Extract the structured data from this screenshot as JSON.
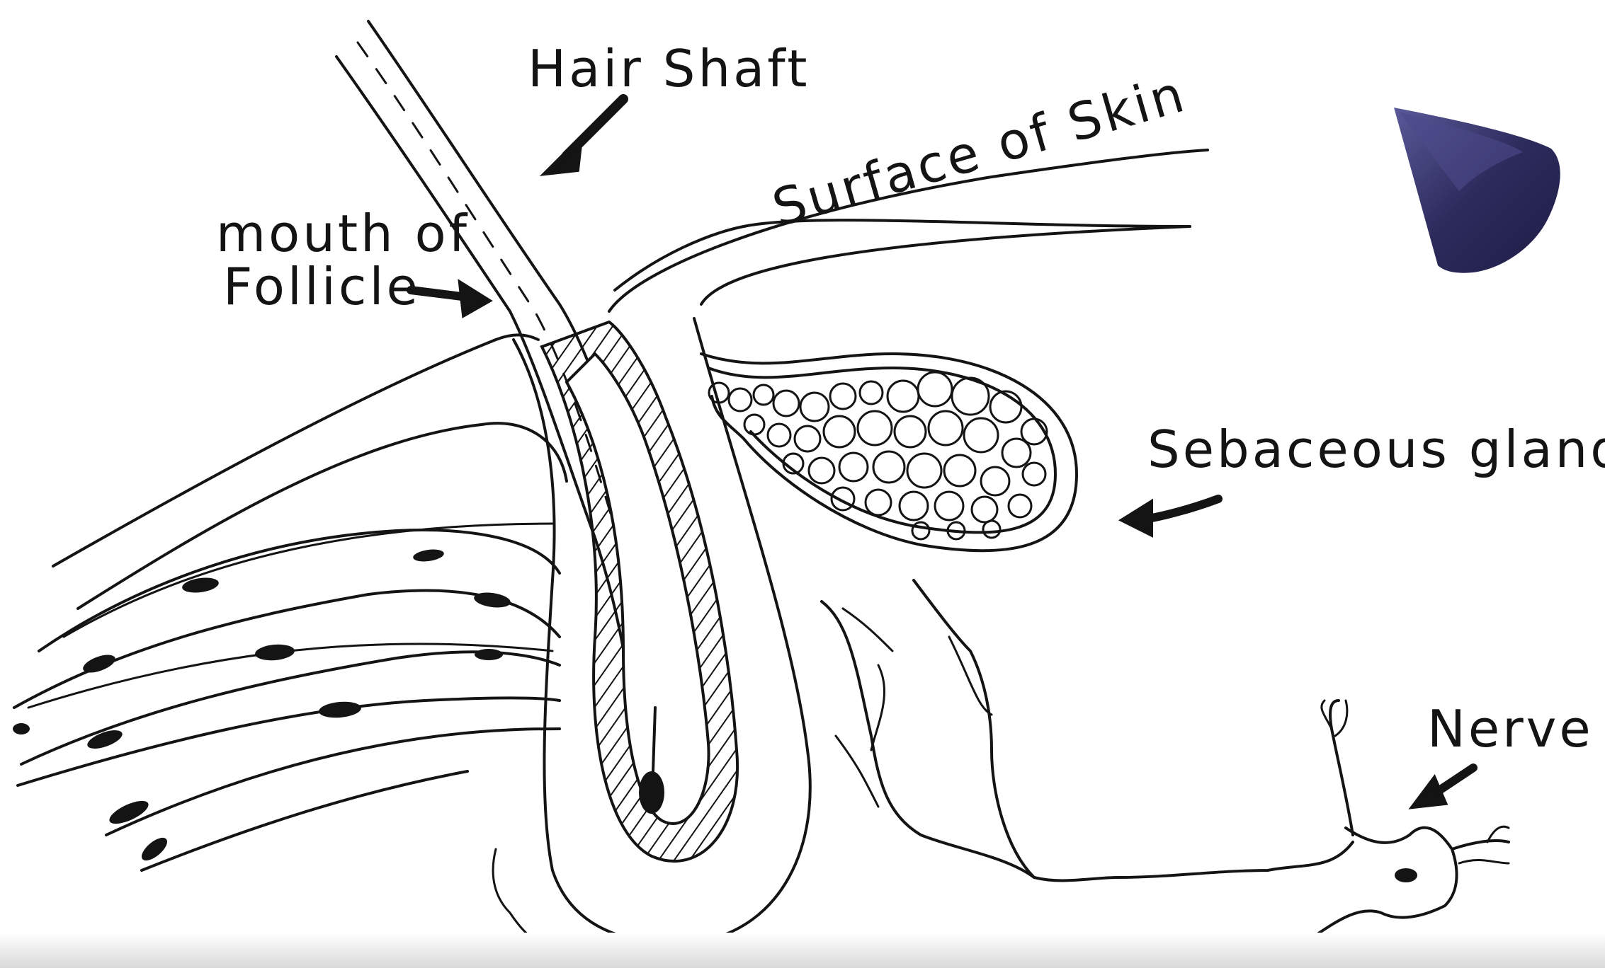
{
  "labels": {
    "hair_shaft": "Hair Shaft",
    "surface_of_skin": "Surface of Skin",
    "mouth_of_follicle_line1": "mouth of",
    "mouth_of_follicle_line2": "Follicle",
    "sebaceous_gland": "Sebaceous gland",
    "nerve": "Nerve"
  },
  "colors": {
    "ink": "#141414",
    "background": "#ffffff",
    "cone_icon": "#2d2b5c"
  },
  "icons": {
    "corner_logo": "cone-icon"
  }
}
